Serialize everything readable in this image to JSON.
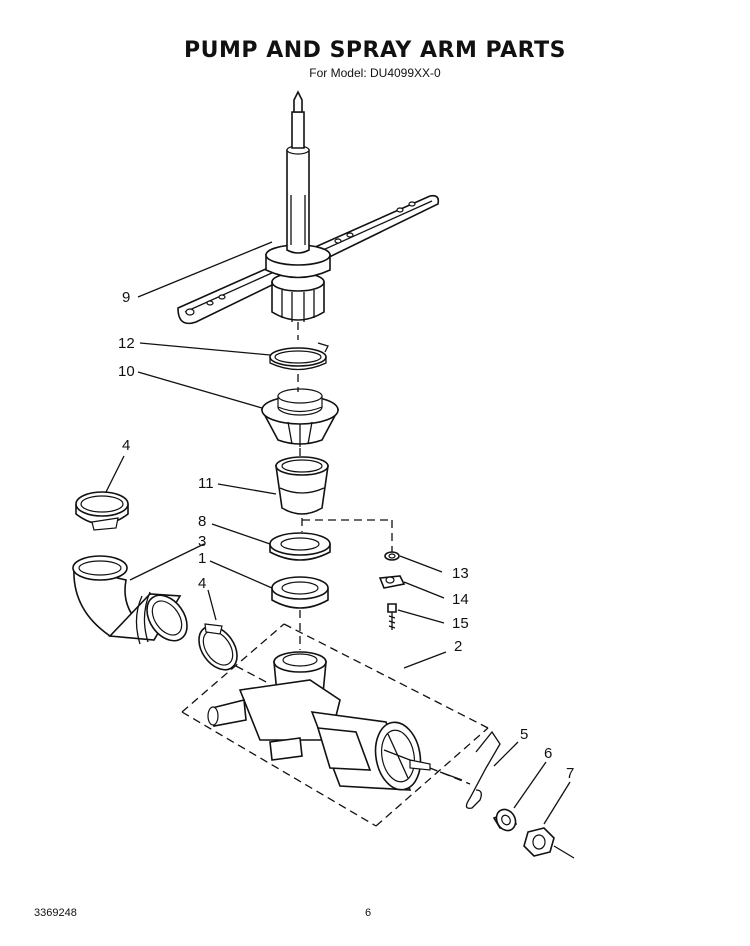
{
  "header": {
    "title": "PUMP AND SPRAY ARM PARTS",
    "subtitle": "For Model: DU4099XX-0"
  },
  "footer": {
    "doc_number": "3369248",
    "page_number": "6"
  },
  "callouts": {
    "c9": "9",
    "c12": "12",
    "c10": "10",
    "c4a": "4",
    "c11": "11",
    "c8": "8",
    "c3": "3",
    "c1": "1",
    "c4b": "4",
    "c13": "13",
    "c14": "14",
    "c15": "15",
    "c2": "2",
    "c5": "5",
    "c6": "6",
    "c7": "7"
  }
}
